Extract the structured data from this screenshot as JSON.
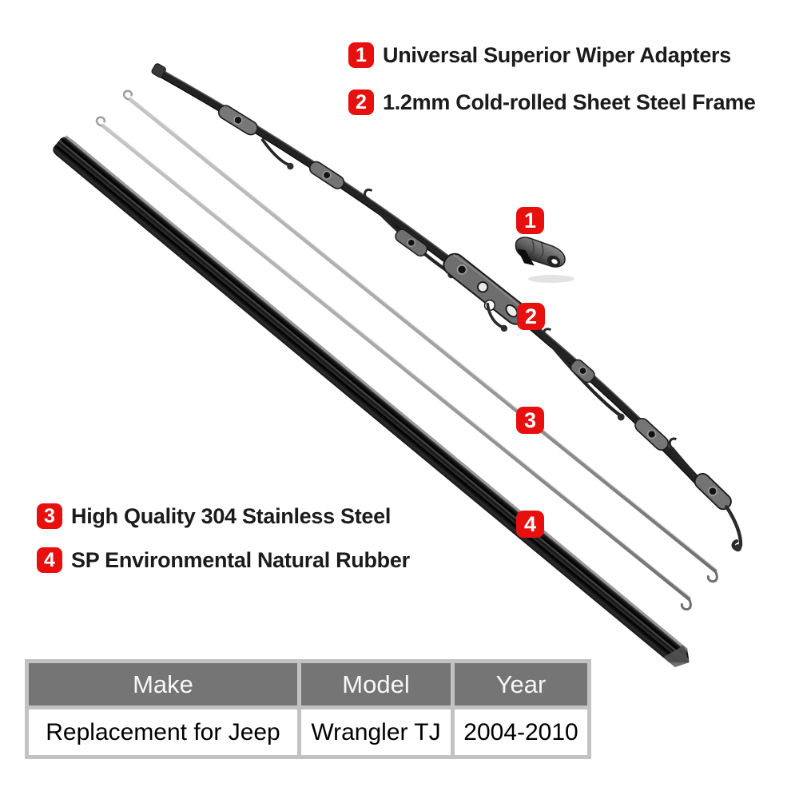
{
  "callouts": [
    {
      "num": "1",
      "label": "Universal Superior Wiper Adapters"
    },
    {
      "num": "2",
      "label": "1.2mm Cold-rolled Sheet Steel Frame"
    },
    {
      "num": "3",
      "label": "High Quality 304 Stainless Steel"
    },
    {
      "num": "4",
      "label": "SP Environmental Natural Rubber"
    }
  ],
  "image_markers": [
    {
      "num": "1"
    },
    {
      "num": "2"
    },
    {
      "num": "3"
    },
    {
      "num": "4"
    }
  ],
  "colors": {
    "badge_red": "#e8100f",
    "table_header_bg": "#757575",
    "table_frame_bg": "#c2c2c2"
  },
  "fitment_table": {
    "headers": [
      "Make",
      "Model",
      "Year"
    ],
    "rows": [
      [
        "Replacement for Jeep",
        "Wrangler TJ",
        "2004-2010"
      ]
    ]
  }
}
